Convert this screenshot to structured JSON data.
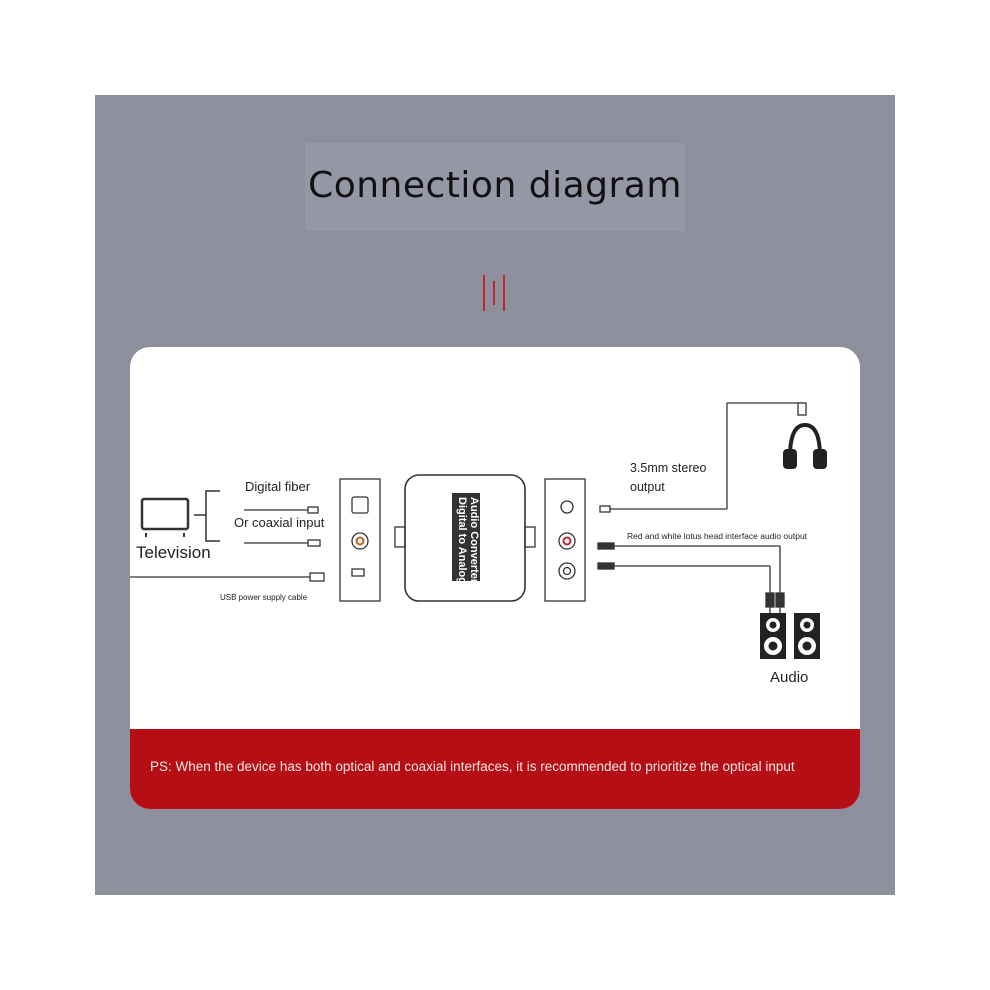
{
  "title": "Connection diagram",
  "labels": {
    "television": "Television",
    "digital_fiber": "Digital fiber",
    "coaxial_input": "Or coaxial input",
    "usb_cable": "USB power supply cable",
    "stereo_output": "3.5mm stereo\noutput",
    "lotus_output": "Red and white lotus head interface audio output",
    "audio": "Audio",
    "converter_line1": "Digital to Analog",
    "converter_line2": "Audio Converter"
  },
  "note": "PS: When the device has both optical and coaxial interfaces, it is recommended to prioritize the optical input",
  "colors": {
    "background": "#8d8f9d",
    "accent_red": "#b50e14",
    "card": "#ffffff"
  },
  "icons": [
    "television-icon",
    "headphones-icon",
    "speakers-icon",
    "converter-device-icon"
  ]
}
